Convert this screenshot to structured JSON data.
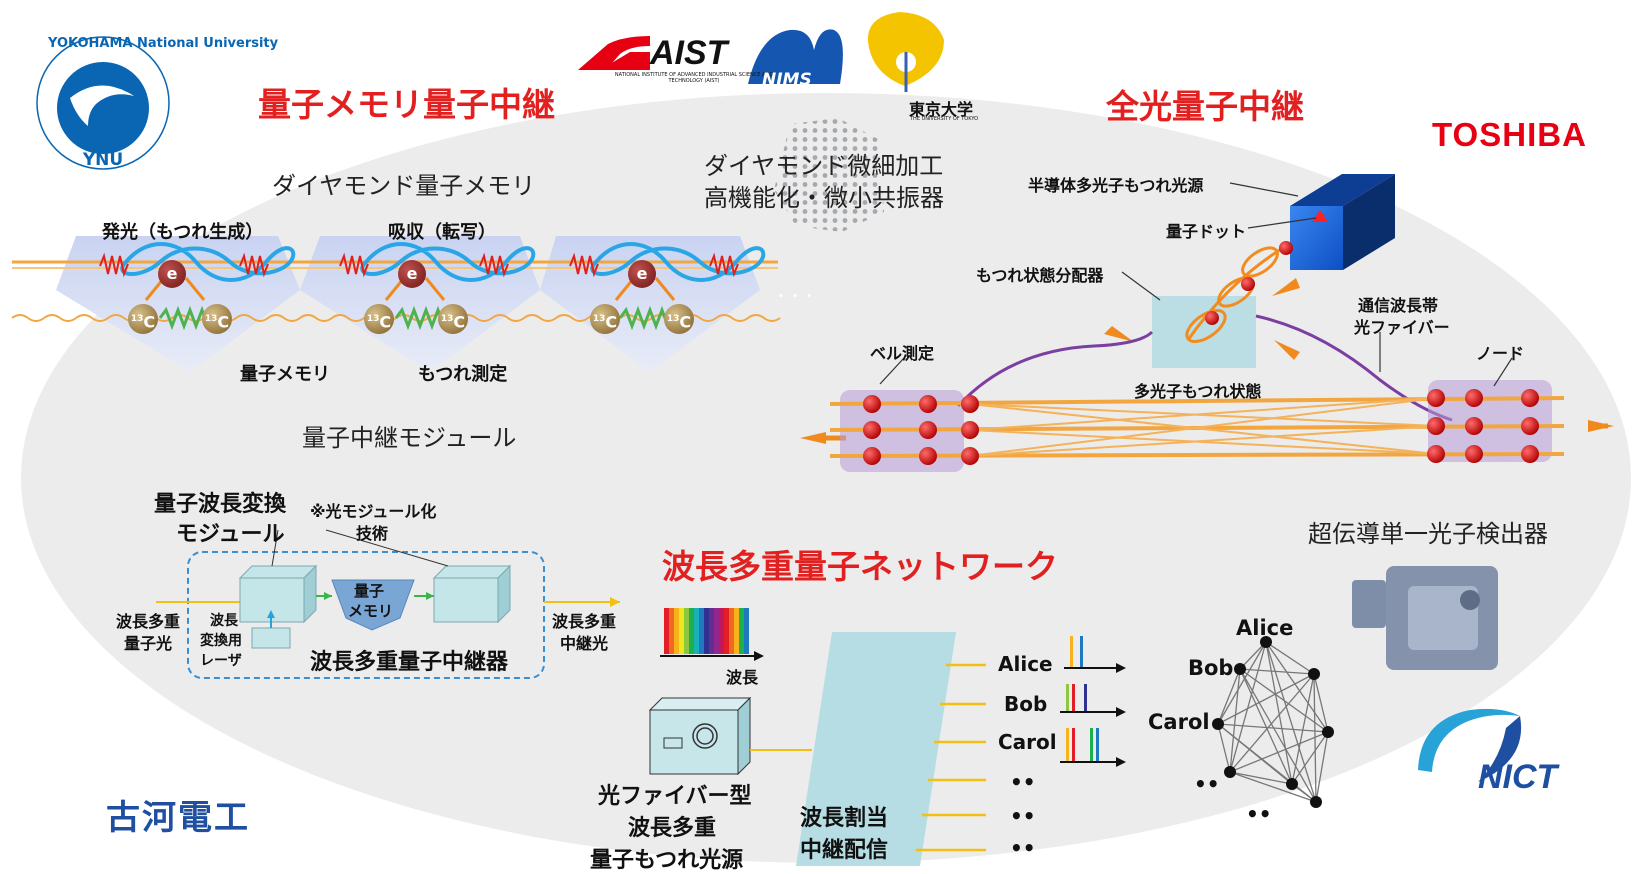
{
  "logos": {
    "ynu": {
      "ring_text": "YOKOHAMA National University",
      "abbr": "YNU"
    },
    "aist": {
      "name": "AIST",
      "sub": "NATIONAL INSTITUTE OF ADVANCED INDUSTRIAL SCIENCE AND TECHNOLOGY (AIST)"
    },
    "nims": {
      "name": "NIMS"
    },
    "utokyo": {
      "name": "東京大学",
      "sub": "THE UNIVERSITY OF TOKYO"
    },
    "toshiba": {
      "name": "TOSHIBA"
    },
    "furukawa": {
      "name": "古河電工"
    },
    "nict": {
      "name": "NICT"
    }
  },
  "titles": {
    "memory_repeater": "量子メモリ量子中継",
    "all_optical": "全光量子中継",
    "wdm_network": "波長多重量子ネットワーク"
  },
  "labels": {
    "diamond_memory": "ダイヤモンド量子メモリ",
    "diamond_fab_1": "ダイヤモンド微細加工",
    "diamond_fab_2": "高機能化・微小共振器",
    "repeater_module": "量子中継モジュール",
    "snspd": "超伝導単一光子検出器"
  },
  "memory_diagram": {
    "emission": "発光（もつれ生成）",
    "absorption": "吸収（転写）",
    "quantum_memory": "量子メモリ",
    "entanglement_measure": "もつれ測定",
    "electron": "e",
    "carbon": "C",
    "carbon_mass": "13",
    "ellipsis": "・・・"
  },
  "all_optical_diagram": {
    "source": "半導体多光子もつれ光源",
    "quantum_dot": "量子ドット",
    "distributor": "もつれ状態分配器",
    "bell": "ベル測定",
    "fiber_1": "通信波長帯",
    "fiber_2": "光ファイバー",
    "node": "ノード",
    "multi_photon": "多光子もつれ状態"
  },
  "converter_diagram": {
    "title_1": "量子波長変換",
    "title_2": "モジュール",
    "note_1": "※光モジュール化",
    "note_2": "技術",
    "input_1": "波長多重",
    "input_2": "量子光",
    "laser_1": "波長",
    "laser_2": "変換用",
    "laser_3": "レーザ",
    "memory_1": "量子",
    "memory_2": "メモリ",
    "output_1": "波長多重",
    "output_2": "中継光",
    "repeater": "波長多重量子中継器"
  },
  "wdm_diagram": {
    "wavelength": "波長",
    "source_1": "光ファイバー型",
    "source_2": "波長多重",
    "source_3": "量子もつれ光源",
    "assign_1": "波長割当",
    "assign_2": "中継配信",
    "users": [
      "Alice",
      "Bob",
      "Carol"
    ],
    "dots": "••",
    "graph_nodes": [
      "Alice",
      "Bob",
      "Carol"
    ],
    "graph_dots": "••"
  },
  "colors": {
    "title_red": "#e32020",
    "ellipse_fill": "#ececec",
    "fiber_orange": "#f2a640",
    "laser_red": "#e02020",
    "loop_blue": "#2aa6e6",
    "carbon_green": "#4fb24f",
    "cube_blue": "#1a6fe0",
    "panel_teal": "#b6dde3",
    "node_purple": "#b89ad8",
    "ynu_blue": "#0a66b3",
    "nict_blue": "#1f4fa0",
    "toshiba_red": "#e60012"
  }
}
